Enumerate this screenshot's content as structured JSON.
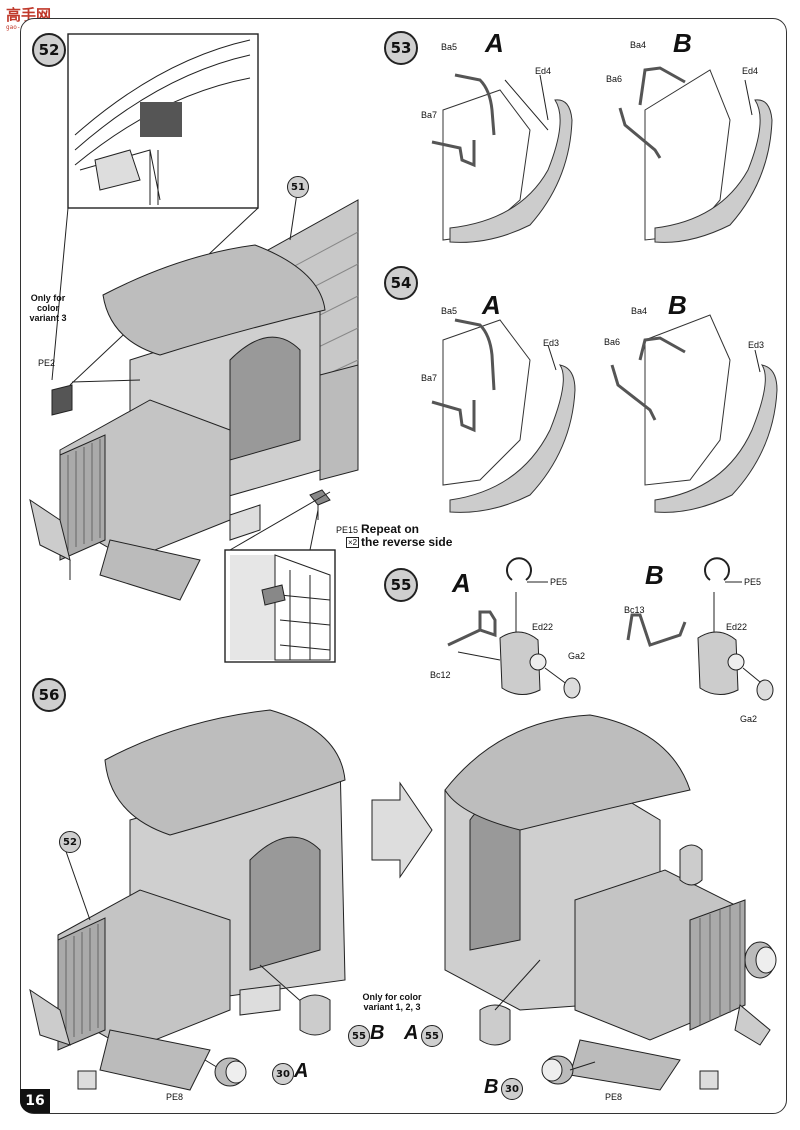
{
  "watermark": {
    "text": "高手网",
    "sub": "gao-shou.com"
  },
  "page_number": "16",
  "step52": {
    "number": "52",
    "ref_badge": "51",
    "note": [
      "Only for",
      "color",
      "variant 3"
    ],
    "pe2": "PE2",
    "pe15": "PE15",
    "pe15_count": "×2",
    "repeat": [
      "Repeat on",
      "the reverse side"
    ]
  },
  "step53": {
    "number": "53",
    "variant_a": "A",
    "variant_b": "B",
    "a_parts": [
      "Ba5",
      "Ba7",
      "Ed4"
    ],
    "b_parts": [
      "Ba4",
      "Ba6",
      "Ed4"
    ]
  },
  "step54": {
    "number": "54",
    "variant_a": "A",
    "variant_b": "B",
    "a_parts": [
      "Ba5",
      "Ba7",
      "Ed3"
    ],
    "b_parts": [
      "Ba4",
      "Ba6",
      "Ed3"
    ]
  },
  "step55": {
    "number": "55",
    "variant_a": "A",
    "variant_b": "B",
    "a_parts": [
      "PE5",
      "Ed22",
      "Ga2",
      "Bc12"
    ],
    "b_parts": [
      "PE5",
      "Bc13",
      "Ed22",
      "Ga2"
    ]
  },
  "step56": {
    "number": "56",
    "ref_badge": "52",
    "note": [
      "Only for color",
      "variant 1, 2, 3"
    ],
    "left_lamp_badge": "55",
    "left_lamp_variant": "B",
    "left_headlight_badge": "30",
    "left_headlight_variant": "A",
    "left_pe8": "PE8",
    "right_lamp_badge": "55",
    "right_lamp_variant": "A",
    "right_headlight_badge": "30",
    "right_headlight_variant": "B",
    "right_pe8": "PE8"
  },
  "colors": {
    "part_gray": "#c8c8c8",
    "roof_gray": "#bdbdbd",
    "badge_gray": "#cfcfcf",
    "line": "#222222",
    "watermark_red": "#c0392b"
  }
}
